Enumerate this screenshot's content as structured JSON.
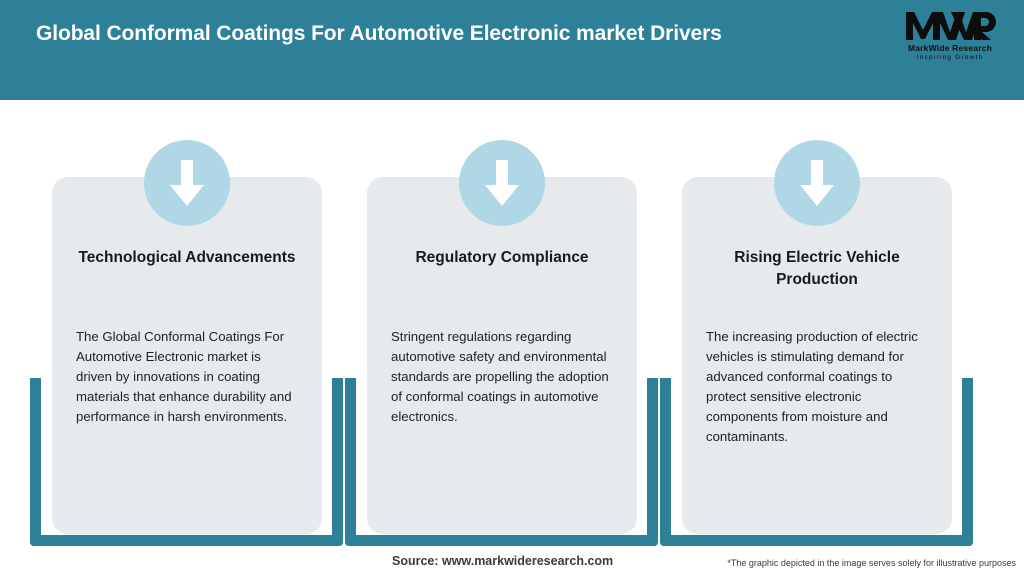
{
  "header": {
    "title": "Global Conformal Coatings For Automotive Electronic market Drivers",
    "bg_color": "#2E8098",
    "title_color": "#FFFFFF",
    "logo": {
      "mark": "MWR",
      "name": "MarkWide Research",
      "tagline": "Inspiring Growth"
    }
  },
  "theme": {
    "accent": "#2E8098",
    "card_bg": "#E6EAEC",
    "badge_bg": "#AFD7E6",
    "arrow_color": "#FFFFFF",
    "page_bg": "#FFFFFF"
  },
  "cards": [
    {
      "icon": "down-arrow-icon",
      "title": "Technological Advancements",
      "body": "The Global Conformal Coatings For Automotive Electronic market is driven by innovations in coating materials that enhance durability and performance in harsh environments."
    },
    {
      "icon": "down-arrow-icon",
      "title": "Regulatory Compliance",
      "body": "Stringent regulations regarding automotive safety and environmental standards are propelling the adoption of conformal coatings in automotive electronics."
    },
    {
      "icon": "down-arrow-icon",
      "title": "Rising Electric Vehicle Production",
      "body": "The increasing production of electric vehicles is stimulating demand for advanced conformal coatings to protect sensitive electronic components from moisture and contaminants."
    }
  ],
  "footer": {
    "source": "Source: www.markwideresearch.com",
    "disclaimer": "*The graphic depicted in the image serves solely for illustrative purposes"
  }
}
